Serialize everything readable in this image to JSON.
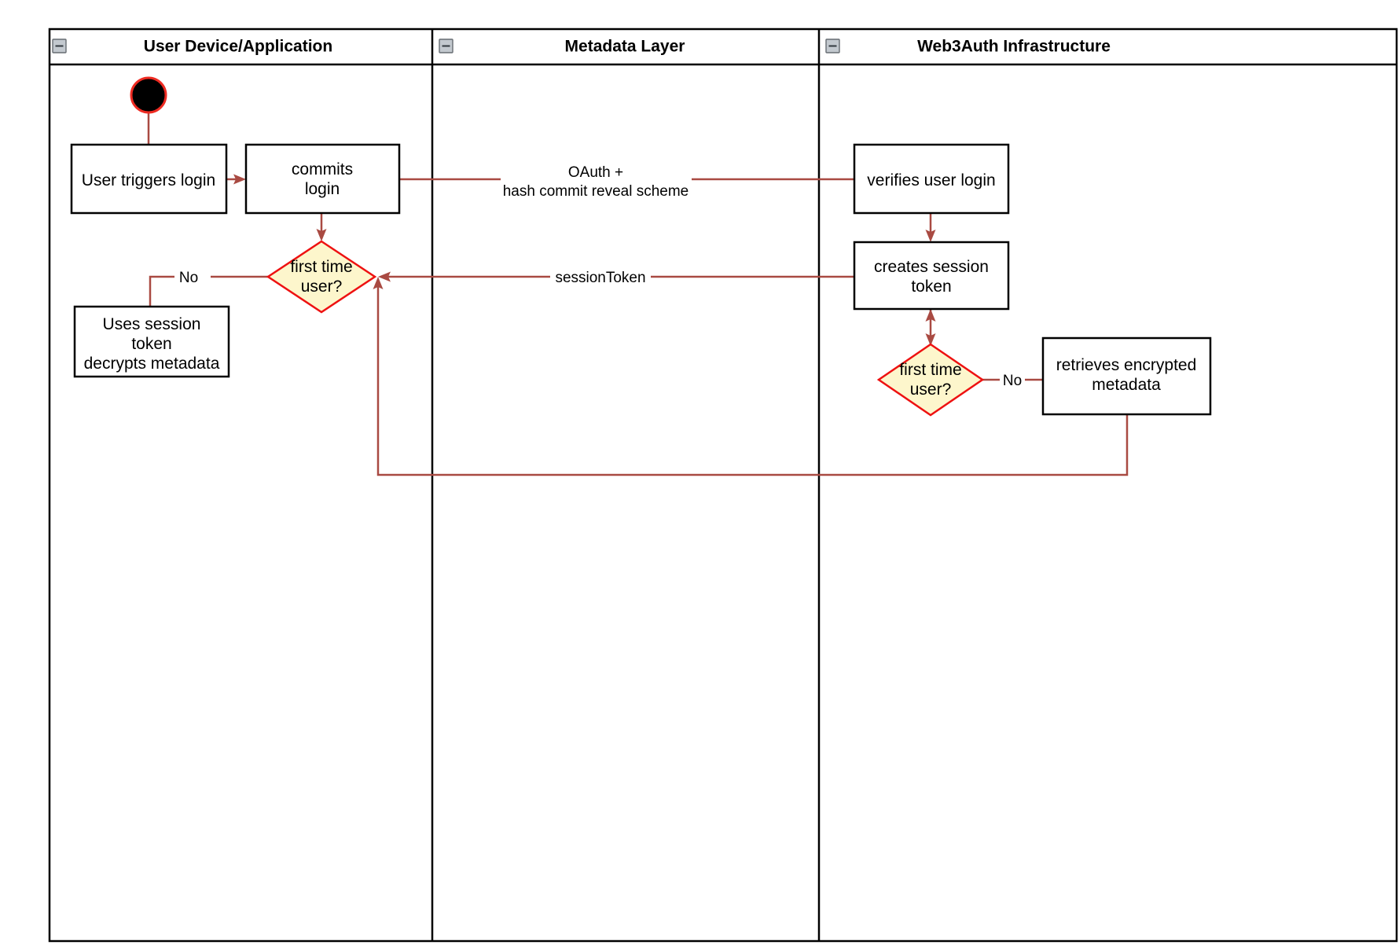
{
  "diagram": {
    "type": "uml-activity-swimlane",
    "title_visible": false,
    "colors": {
      "flow": "#a94a42",
      "decision_fill": "#fdf6cc",
      "decision_stroke": "#ee1111",
      "box_stroke": "#000000",
      "box_fill": "#ffffff",
      "start_fill": "#000000",
      "start_stroke": "#ee2b22",
      "lane_header_fill": "#ffffff",
      "collapse_icon_fill": "#c3c9cf"
    },
    "lanes": [
      {
        "id": "lane-user-device",
        "label": "User Device/Application",
        "collapse_icon": "minus-square-icon"
      },
      {
        "id": "lane-metadata",
        "label": "Metadata Layer",
        "collapse_icon": "minus-square-icon"
      },
      {
        "id": "lane-web3auth",
        "label": "Web3Auth Infrastructure",
        "collapse_icon": "minus-square-icon"
      }
    ],
    "nodes": [
      {
        "id": "start",
        "lane": "lane-user-device",
        "shape": "initial-node",
        "label": ""
      },
      {
        "id": "user-triggers-login",
        "lane": "lane-user-device",
        "shape": "activity",
        "lines": [
          "User triggers login"
        ]
      },
      {
        "id": "commits-login",
        "lane": "lane-user-device",
        "shape": "activity",
        "lines": [
          "commits",
          "login"
        ]
      },
      {
        "id": "first-time-user-left",
        "lane": "lane-user-device",
        "shape": "decision",
        "lines": [
          "first time",
          "user?"
        ]
      },
      {
        "id": "uses-session-token",
        "lane": "lane-user-device",
        "shape": "activity",
        "lines": [
          "Uses session",
          "token",
          "decrypts metadata"
        ]
      },
      {
        "id": "verifies-user-login",
        "lane": "lane-web3auth",
        "shape": "activity",
        "lines": [
          "verifies user login"
        ]
      },
      {
        "id": "creates-session-token",
        "lane": "lane-web3auth",
        "shape": "activity",
        "lines": [
          "creates session",
          "token"
        ]
      },
      {
        "id": "first-time-user-right",
        "lane": "lane-web3auth",
        "shape": "decision",
        "lines": [
          "first time",
          "user?"
        ]
      },
      {
        "id": "retrieves-encrypted-metadata",
        "lane": "lane-web3auth",
        "shape": "activity",
        "lines": [
          "retrieves encrypted",
          "metadata"
        ]
      }
    ],
    "edges": [
      {
        "id": "edge-start-to-trigger",
        "from": "start",
        "to": "user-triggers-login",
        "label": ""
      },
      {
        "id": "edge-trigger-to-commits",
        "from": "user-triggers-login",
        "to": "commits-login",
        "label": ""
      },
      {
        "id": "edge-commits-to-verifies",
        "from": "commits-login",
        "to": "verifies-user-login",
        "label_lines": [
          "OAuth +",
          "hash commit reveal scheme"
        ]
      },
      {
        "id": "edge-commits-to-decision",
        "from": "commits-login",
        "to": "first-time-user-left",
        "label": ""
      },
      {
        "id": "edge-decision-no-left",
        "from": "first-time-user-left",
        "to": "uses-session-token",
        "label": "No"
      },
      {
        "id": "edge-verifies-to-creates",
        "from": "verifies-user-login",
        "to": "creates-session-token",
        "label": ""
      },
      {
        "id": "edge-creates-to-decision-left",
        "from": "creates-session-token",
        "to": "first-time-user-left",
        "label": "sessionToken"
      },
      {
        "id": "edge-creates-to-decision-right",
        "from": "creates-session-token",
        "to": "first-time-user-right",
        "label": ""
      },
      {
        "id": "edge-decision-no-right",
        "from": "first-time-user-right",
        "to": "retrieves-encrypted-metadata",
        "label": "No"
      },
      {
        "id": "edge-retrieves-return",
        "from": "retrieves-encrypted-metadata",
        "to": "first-time-user-left",
        "label": ""
      }
    ],
    "edge_labels": {
      "oauth_line1": "OAuth +",
      "oauth_line2": "hash commit reveal scheme",
      "session_token": "sessionToken",
      "no_left": "No",
      "no_right": "No"
    }
  }
}
